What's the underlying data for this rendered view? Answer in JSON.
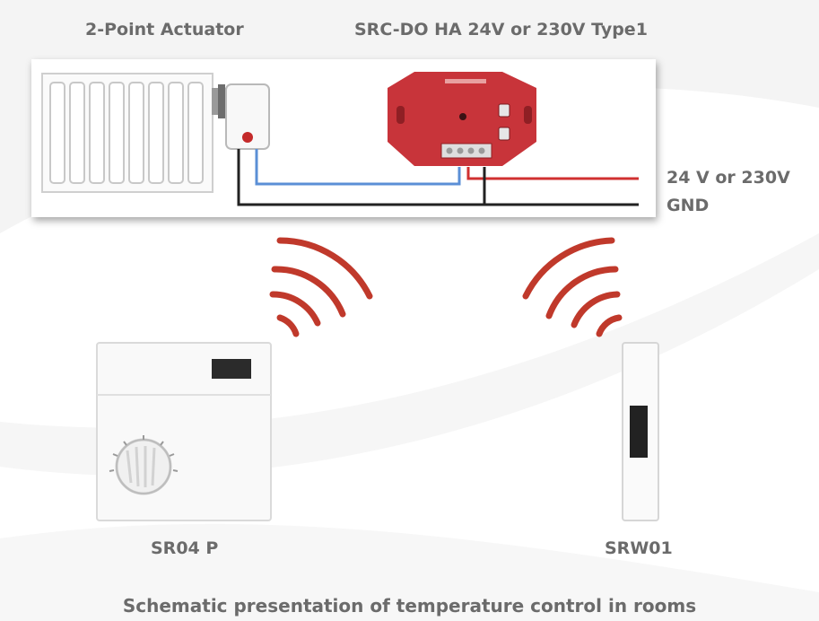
{
  "labels": {
    "actuator": "2-Point Actuator",
    "controller": "SRC-DO HA 24V or 230V Type1",
    "voltage": "24 V or 230V",
    "ground": "GND",
    "room_sensor": "SR04 P",
    "wall_switch": "SRW01",
    "caption": "Schematic presentation of temperature control in rooms"
  },
  "colors": {
    "text": "#6b6b6b",
    "wave": "#c0392b",
    "device_red": "#c8343a",
    "live_wire": "#d03030",
    "signal_wire": "#5b8fd6",
    "gnd_wire": "#222222"
  },
  "icons": [
    "radiator-icon",
    "actuator-icon",
    "controller-module-icon",
    "radio-wave-icon",
    "room-sensor-icon",
    "wall-switch-icon"
  ]
}
